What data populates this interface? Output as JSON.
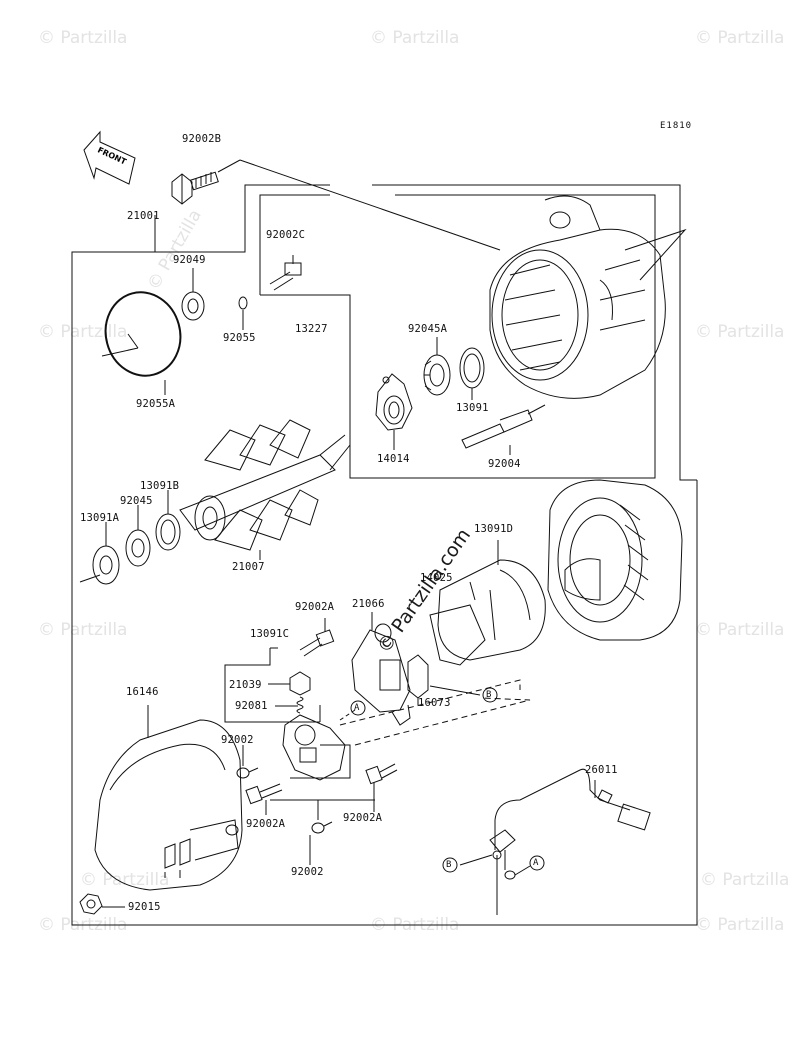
{
  "diagram": {
    "code": "E1810",
    "front_label": "FRONT",
    "watermark_text": "© Partzilla",
    "center_watermark": "© Partzilla.com",
    "callouts": {
      "A": "A",
      "B": "B"
    },
    "parts": [
      {
        "id": "p92002B",
        "label": "92002B"
      },
      {
        "id": "p21001",
        "label": "21001"
      },
      {
        "id": "p92002C",
        "label": "92002C"
      },
      {
        "id": "p92049",
        "label": "92049"
      },
      {
        "id": "p13227",
        "label": "13227"
      },
      {
        "id": "p92055",
        "label": "92055"
      },
      {
        "id": "p92045A",
        "label": "92045A"
      },
      {
        "id": "p92055A",
        "label": "92055A"
      },
      {
        "id": "p13091",
        "label": "13091"
      },
      {
        "id": "p14014",
        "label": "14014"
      },
      {
        "id": "p92004",
        "label": "92004"
      },
      {
        "id": "p13091B",
        "label": "13091B"
      },
      {
        "id": "p92045",
        "label": "92045"
      },
      {
        "id": "p13091A",
        "label": "13091A"
      },
      {
        "id": "p21007",
        "label": "21007"
      },
      {
        "id": "p13091D",
        "label": "13091D"
      },
      {
        "id": "p14025",
        "label": "14025"
      },
      {
        "id": "p92002A_1",
        "label": "92002A"
      },
      {
        "id": "p21066",
        "label": "21066"
      },
      {
        "id": "p13091C",
        "label": "13091C"
      },
      {
        "id": "p21039",
        "label": "21039"
      },
      {
        "id": "p92081",
        "label": "92081"
      },
      {
        "id": "p16073",
        "label": "16073"
      },
      {
        "id": "p16146",
        "label": "16146"
      },
      {
        "id": "p92002_1",
        "label": "92002"
      },
      {
        "id": "p92002A_2",
        "label": "92002A"
      },
      {
        "id": "p92002A_3",
        "label": "92002A"
      },
      {
        "id": "p92002_2",
        "label": "92002"
      },
      {
        "id": "p26011",
        "label": "26011"
      },
      {
        "id": "p92015",
        "label": "92015"
      }
    ]
  }
}
